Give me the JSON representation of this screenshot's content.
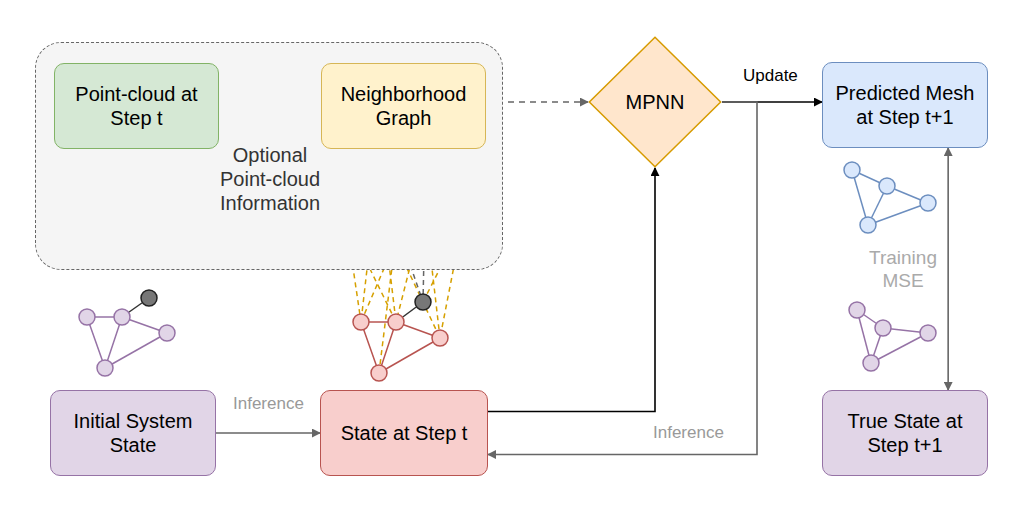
{
  "diagram": {
    "nodes": [
      {
        "text": [
          "Optional Point-cloud Information"
        ]
      },
      {
        "text": [
          "Point-cloud at Step t"
        ],
        "in": 0
      },
      {
        "text": [
          "Neighborhood Graph"
        ],
        "in": 0
      },
      {
        "text": [
          "MPNN"
        ]
      },
      {
        "text": [
          "Predicted Mesh at Step t+1"
        ]
      },
      {
        "text": [
          "Initial System State"
        ]
      },
      {
        "text": [
          "State at Step t"
        ]
      },
      {
        "text": [
          "True State at Step t+1"
        ]
      }
    ],
    "edges": [
      {
        "from": 1,
        "to": 2,
        "arrow": "to"
      },
      {
        "from": 2,
        "to": 3,
        "arrow": "to"
      },
      {
        "from": 3,
        "to": 4,
        "label": "Update",
        "arrow": "to"
      },
      {
        "from": 5,
        "to": 6,
        "label": "Inference",
        "arrow": "to"
      },
      {
        "from": 6,
        "to": 3,
        "arrow": "to"
      },
      {
        "from": 3,
        "to": 6,
        "label": "Inference",
        "arrow": "to"
      },
      {
        "from": 4,
        "to": 7,
        "label": "Training MSE",
        "arrow": "both"
      }
    ]
  }
}
